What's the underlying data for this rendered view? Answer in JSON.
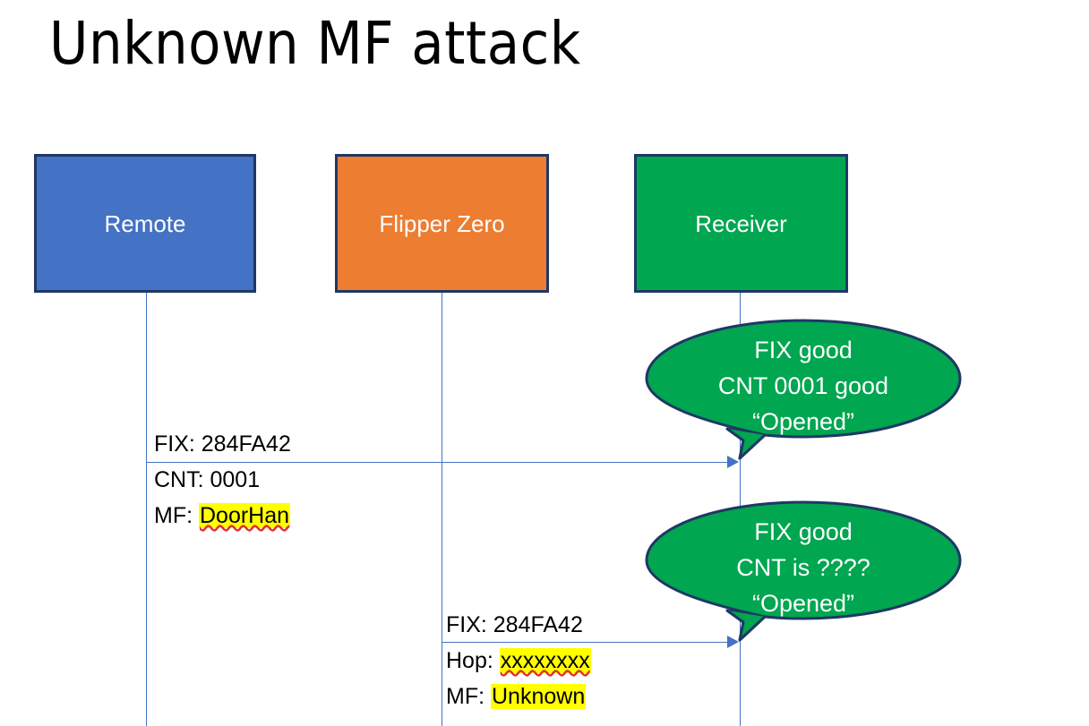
{
  "slide": {
    "title": "Unknown MF attack",
    "background": "#FFFFFF"
  },
  "colors": {
    "remote_fill": "#4472C4",
    "flipper_fill": "#ED7D31",
    "receiver_fill": "#00A650",
    "box_border": "#1F3864",
    "lifeline": "#4472C4",
    "arrow": "#4472C4",
    "bubble_fill": "#00A650",
    "bubble_border": "#1F3864",
    "highlight": "#FFFF00",
    "spellcheck_underline": "#E03030",
    "text_dark": "#000000",
    "text_light": "#FFFFFF"
  },
  "actors": [
    {
      "id": "remote",
      "label": "Remote"
    },
    {
      "id": "flipper",
      "label": "Flipper Zero"
    },
    {
      "id": "receiver",
      "label": "Receiver"
    }
  ],
  "messages": [
    {
      "id": "msg1",
      "from": "remote",
      "to": "receiver",
      "line1": "FIX: 284FA42",
      "line2_prefix": "CNT: 0001",
      "line3_prefix": "MF: ",
      "line3_value": "DoorHan",
      "line3_highlighted": true,
      "line3_spellchecked": true
    },
    {
      "id": "msg2",
      "from": "flipper",
      "to": "receiver",
      "line1": "FIX: 284FA42",
      "line2_prefix": "Hop: ",
      "line2_value": "xxxxxxxx",
      "line2_spellchecked": true,
      "line3_prefix": "MF: ",
      "line3_value": "Unknown",
      "line3_highlighted": true
    }
  ],
  "bubbles": [
    {
      "id": "bubble1",
      "attached_to": "receiver",
      "line1": "FIX good",
      "line2": "CNT 0001 good",
      "line3": "“Opened”"
    },
    {
      "id": "bubble2",
      "attached_to": "receiver",
      "line1": "FIX good",
      "line2": "CNT is ????",
      "line3": "“Opened”"
    }
  ]
}
